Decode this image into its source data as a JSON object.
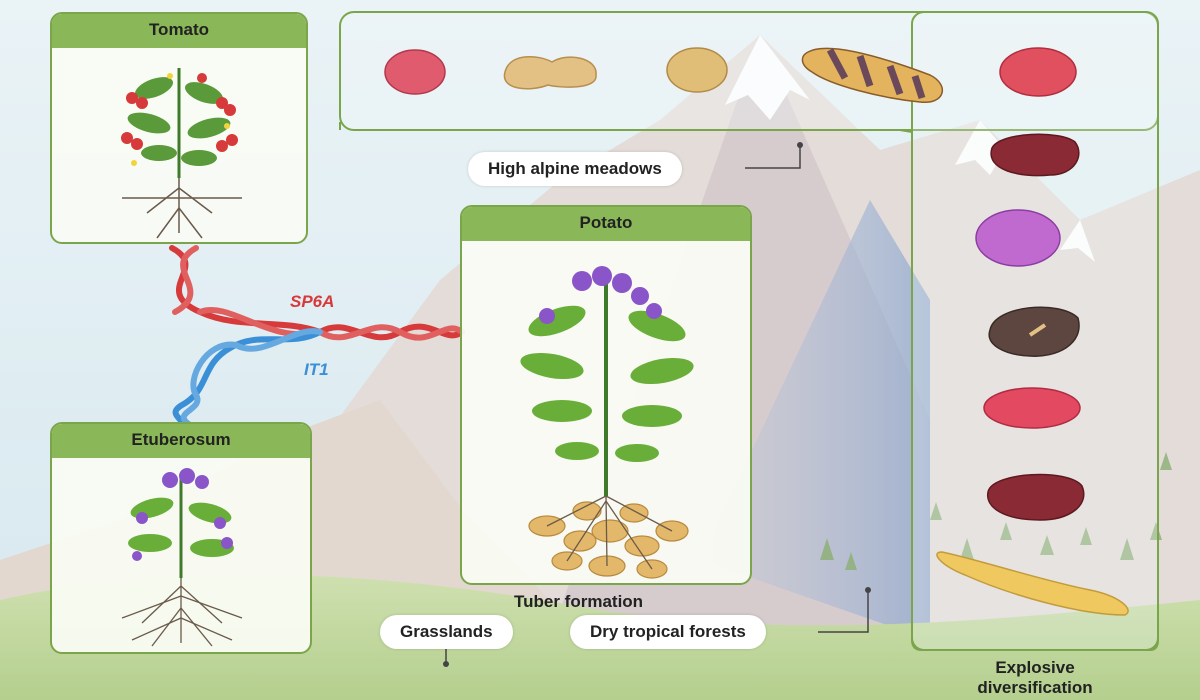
{
  "panels": {
    "tomato": "Tomato",
    "potato": "Potato",
    "etuberosum": "Etuberosum"
  },
  "genes": {
    "sp6a": "SP6A",
    "it1": "IT1"
  },
  "habitats": {
    "alpine": "High alpine meadows",
    "grasslands": "Grasslands",
    "forests": "Dry tropical forests"
  },
  "processes": {
    "tuber_formation": "Tuber formation",
    "explosive_line1": "Explosive",
    "explosive_line2": "diversification"
  },
  "colors": {
    "panel_header": "#8ab858",
    "panel_border": "#7aa54a",
    "sp6a": "#d63a3a",
    "it1": "#3a8fd6"
  }
}
